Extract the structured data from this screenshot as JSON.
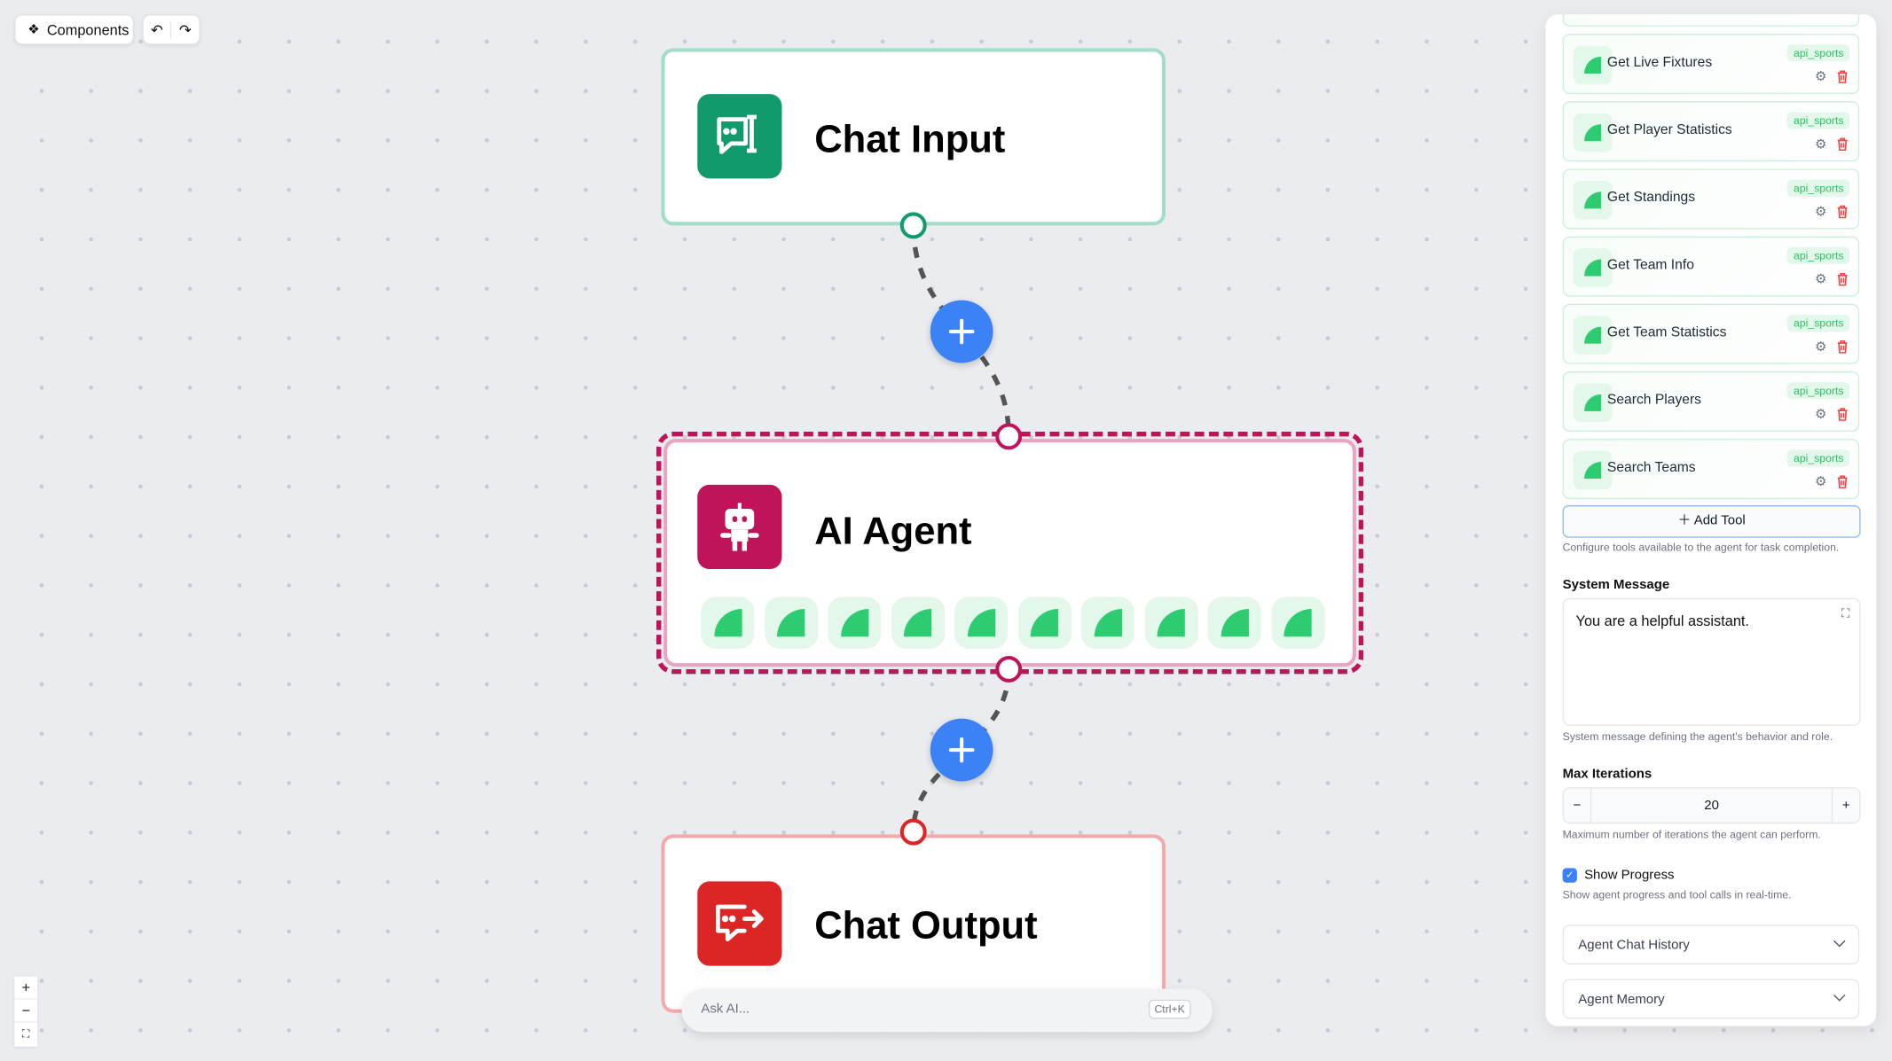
{
  "toolbar": {
    "components_label": "Components",
    "undo_icon": "undo-icon",
    "redo_icon": "redo-icon"
  },
  "nodes": {
    "chat_input": {
      "title": "Chat Input",
      "color": "#139a6c",
      "border": "#a3dcc7"
    },
    "ai_agent": {
      "title": "AI Agent",
      "color": "#c0145a",
      "border": "#e8a4c0",
      "tool_count": 10
    },
    "chat_output": {
      "title": "Chat Output",
      "color": "#dc2626",
      "border": "#f4aaaa"
    }
  },
  "ask_ai": {
    "placeholder": "Ask AI...",
    "shortcut": "Ctrl+K"
  },
  "zoom_controls": {
    "zoom_in": "+",
    "zoom_out": "−"
  },
  "panel": {
    "tools": [
      {
        "name": "Get Live Fixtures",
        "badge": "api_sports"
      },
      {
        "name": "Get Player Statistics",
        "badge": "api_sports"
      },
      {
        "name": "Get Standings",
        "badge": "api_sports"
      },
      {
        "name": "Get Team Info",
        "badge": "api_sports"
      },
      {
        "name": "Get Team Statistics",
        "badge": "api_sports"
      },
      {
        "name": "Search Players",
        "badge": "api_sports"
      },
      {
        "name": "Search Teams",
        "badge": "api_sports"
      }
    ],
    "add_tool_label": "Add Tool",
    "tools_help": "Configure tools available to the agent for task completion.",
    "system_message_label": "System Message",
    "system_message_value": "You are a helpful assistant.",
    "system_message_help": "System message defining the agent's behavior and role.",
    "max_iterations_label": "Max Iterations",
    "max_iterations_value": "20",
    "max_iterations_help": "Maximum number of iterations the agent can perform.",
    "show_progress_label": "Show Progress",
    "show_progress_checked": true,
    "show_progress_help": "Show agent progress and tool calls in real-time.",
    "accordions": [
      "Agent Chat History",
      "Agent Memory"
    ]
  }
}
